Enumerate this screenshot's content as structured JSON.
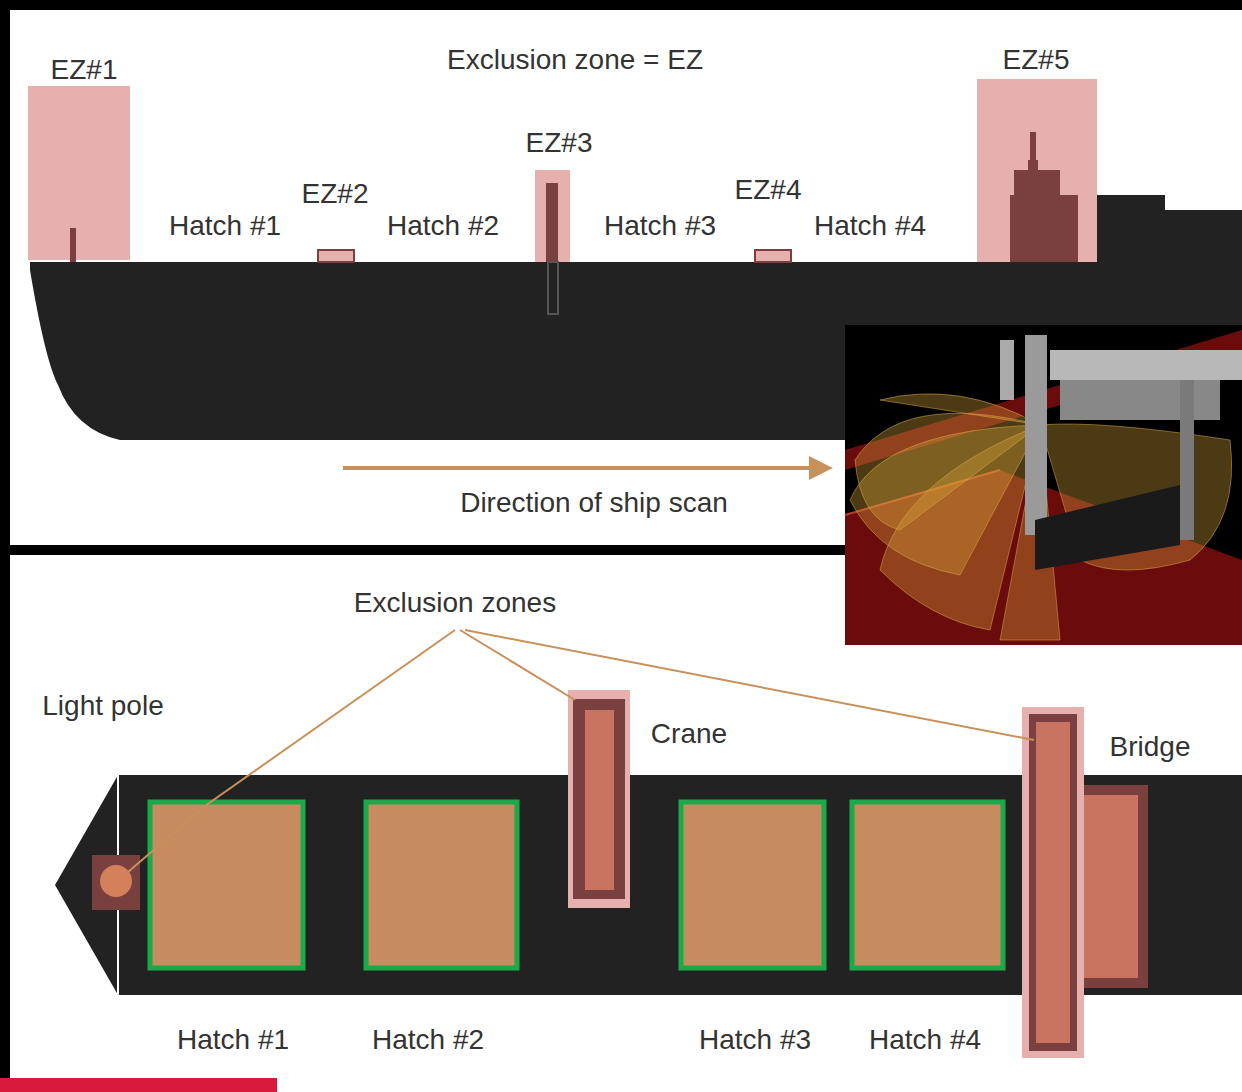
{
  "diagram": {
    "labels": [
      "EZ#1",
      "Exclusion zone = EZ",
      "EZ#5",
      "EZ#3",
      "EZ#2",
      "EZ#4",
      "Hatch #1",
      "Hatch #2",
      "Hatch #3",
      "Hatch #4",
      "Direction of ship scan",
      "Exclusion zones",
      "Light pole",
      "Crane",
      "Bridge",
      "Hatch #1",
      "Hatch #2",
      "Hatch #3",
      "Hatch #4"
    ]
  }
}
